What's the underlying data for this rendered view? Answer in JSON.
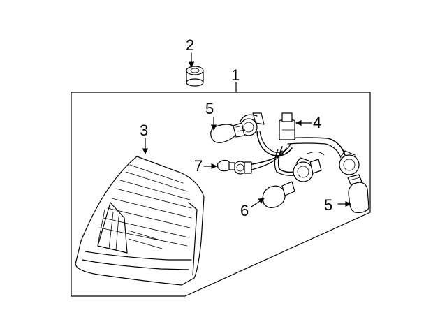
{
  "callouts": {
    "c1": "1",
    "c2": "2",
    "c3": "3",
    "c4": "4",
    "c5a": "5",
    "c5b": "5",
    "c6": "6",
    "c7": "7"
  },
  "colors": {
    "line": "#000000",
    "background": "#ffffff"
  }
}
